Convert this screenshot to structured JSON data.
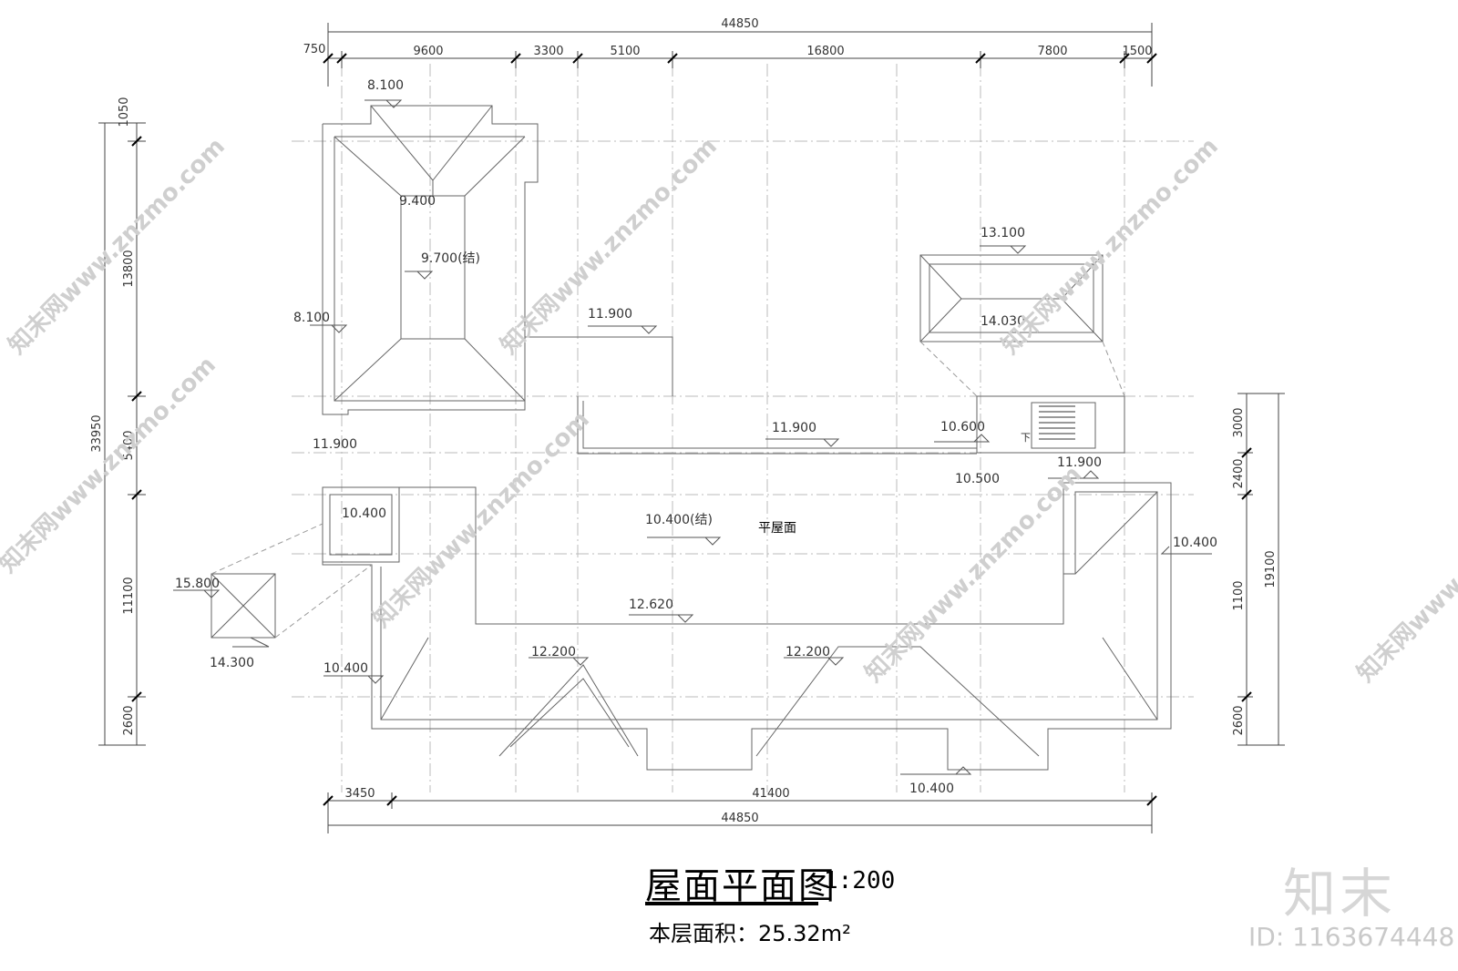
{
  "dimensions": {
    "top_total": "44850",
    "top_segments": [
      "750",
      "9600",
      "3300",
      "5100",
      "16800",
      "7800",
      "1500"
    ],
    "bottom_segments": [
      "3450",
      "41400"
    ],
    "bottom_total": "44850",
    "left_segments": [
      "1050",
      "13800",
      "5400",
      "11100",
      "2600"
    ],
    "left_total": "33950",
    "right_segments": [
      "3000",
      "2400",
      "1100",
      "2600"
    ],
    "right_total": "19100"
  },
  "elevations": {
    "e_8100_top": "8.100",
    "e_9400": "9.400",
    "e_9700": "9.700(结)",
    "e_8100_left": "8.100",
    "e_11900_a": "11.900",
    "e_13100": "13.100",
    "e_14030": "14.030",
    "e_11900_b": "11.900",
    "e_10600": "10.600",
    "e_10500": "10.500",
    "e_11900_c": "11.900",
    "e_11900_d": "11.900",
    "e_10400_tower": "10.400",
    "e_10400_struct": "10.400(结)",
    "e_10400_right": "10.400",
    "e_15800": "15.800",
    "e_14300": "14.300",
    "e_12620": "12.620",
    "e_12200_a": "12.200",
    "e_12200_b": "12.200",
    "e_10400_left": "10.400",
    "e_10400_bottom": "10.400",
    "stair_down": "下"
  },
  "labels": {
    "flat_roof": "平屋面"
  },
  "title": {
    "main": "屋面平面图",
    "scale": "1:200",
    "area": "本层面积：25.32m²"
  },
  "watermark": {
    "site": "知末网www.znzmo.com",
    "brand": "知末",
    "id": "ID: 1163674448"
  }
}
